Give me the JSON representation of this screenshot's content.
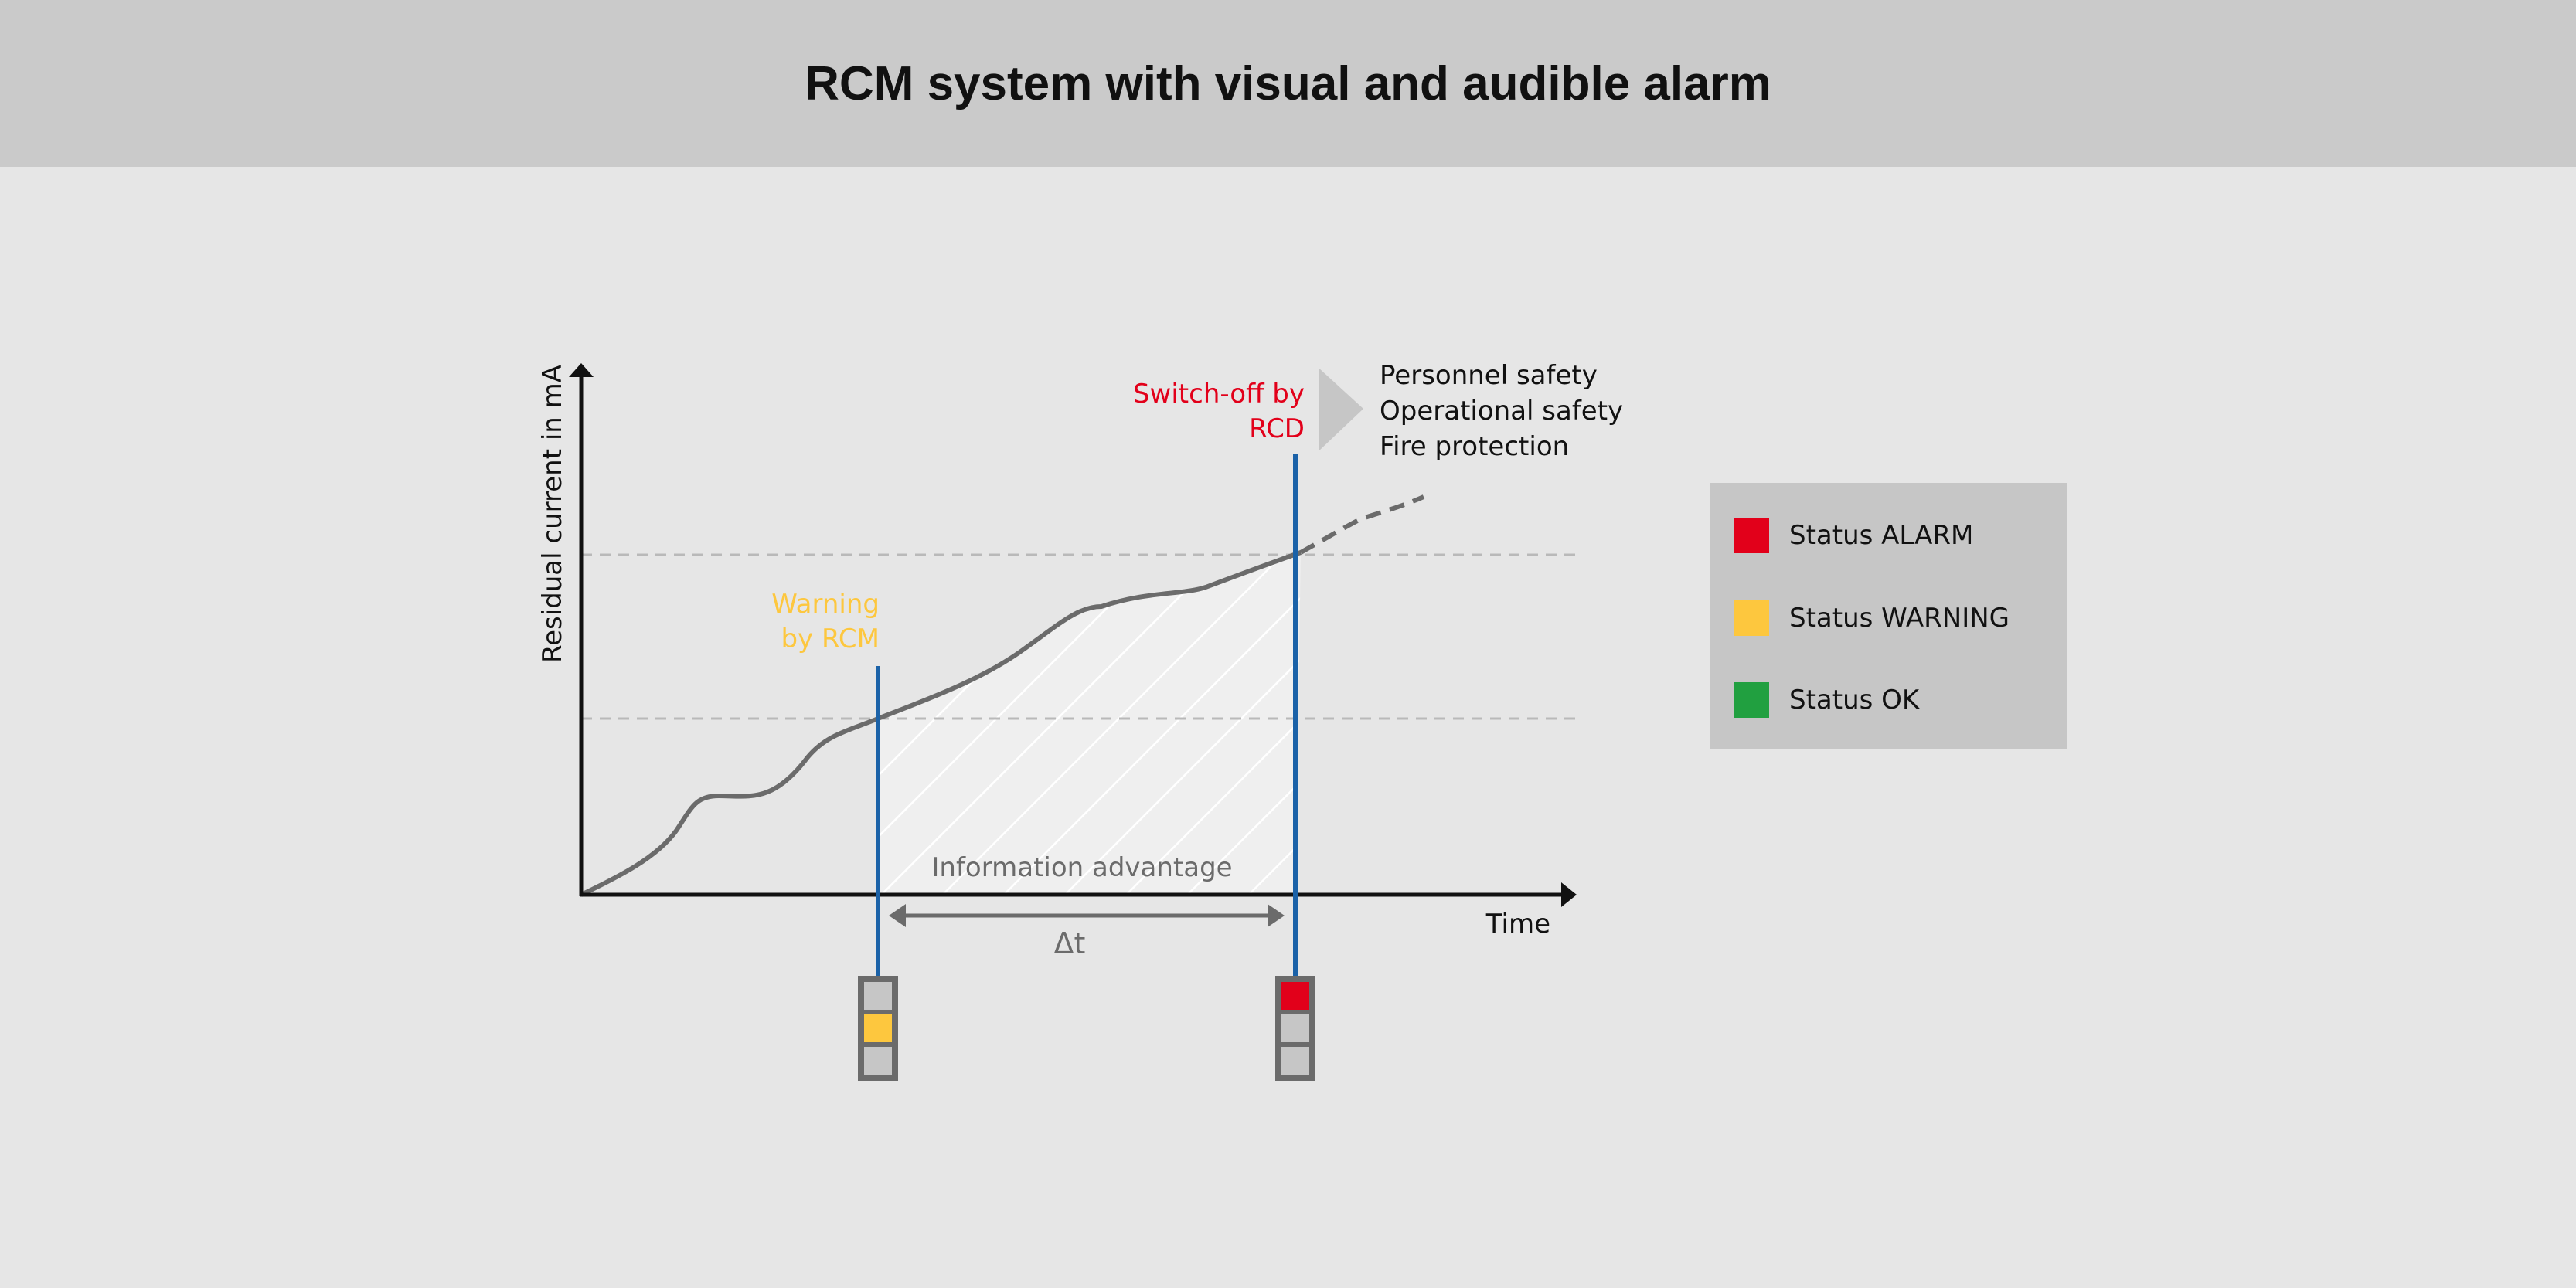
{
  "title": "RCM system with visual and audible alarm",
  "axes": {
    "y_label": "Residual current in mA",
    "x_label": "Time"
  },
  "annotations": {
    "warning_line1": "Warning",
    "warning_line2": "by RCM",
    "switch_line1": "Switch-off by",
    "switch_line2": "RCD",
    "info_advantage": "Information advantage",
    "delta_t": "Δt"
  },
  "consequences": [
    "Personnel safety",
    "Operational safety",
    "Fire protection"
  ],
  "legend": [
    {
      "label": "Status ALARM",
      "color": "#e2001a"
    },
    {
      "label": "Status WARNING",
      "color": "#fdc73e"
    },
    {
      "label": "Status OK",
      "color": "#21a040"
    }
  ],
  "colors": {
    "header_bg": "#cacaca",
    "background": "#e6e6e6",
    "curve": "#6b6b6b",
    "marker_line": "#1b62a8",
    "warning_text": "#fdc73e",
    "alarm_text": "#e2001a",
    "lamp_off": "#c6c6c6",
    "lamp_frame": "#6b6b6b"
  },
  "lamps": {
    "warning_lamp": [
      "off",
      "warning",
      "off"
    ],
    "alarm_lamp": [
      "alarm",
      "off",
      "off"
    ]
  }
}
